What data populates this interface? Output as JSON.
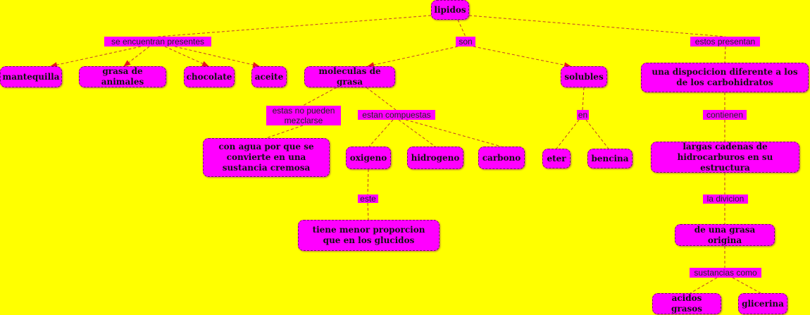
{
  "colors": {
    "background": "#ffff00",
    "node_fill": "#ff00ff",
    "line": "#c0392b"
  },
  "nodes": {
    "lipidos": "lipidos",
    "mantequilla": "mantequilla",
    "grasa_de_animales": "grasa de animales",
    "chocolate": "chocolate",
    "aceite": "aceite",
    "moleculas_de_grasa": "moleculas de grasa",
    "solubles": "solubles",
    "disposicion": "una dispocicion diferente a los de los carbohidratos",
    "con_agua": "con agua por que se convierte en una sustancia cremosa",
    "oxigeno": "oxigeno",
    "hidrogeno": "hidrogeno",
    "carbono": "carbono",
    "eter": "eter",
    "bencina": "bencina",
    "cadenas": "largas cadenas de hidrocarburos en su estructura",
    "menor_proporcion": "tiene menor proporcion que en los glucidos",
    "grasa_origina": "de una grasa origina",
    "acidos_grasos": "acidos grasos",
    "glicerina": "glicerina"
  },
  "links": {
    "se_encuentran": "se encuentran presentes",
    "son": "son",
    "estos_presentan": "estos presentan",
    "no_pueden": "estas no pueden mezclarse",
    "estan_compuestas": "estan compuestas",
    "en": "en",
    "contienen": "contienen",
    "este": "este",
    "la_divicion": "la divicion",
    "sustancias_como": "sustancias como"
  }
}
